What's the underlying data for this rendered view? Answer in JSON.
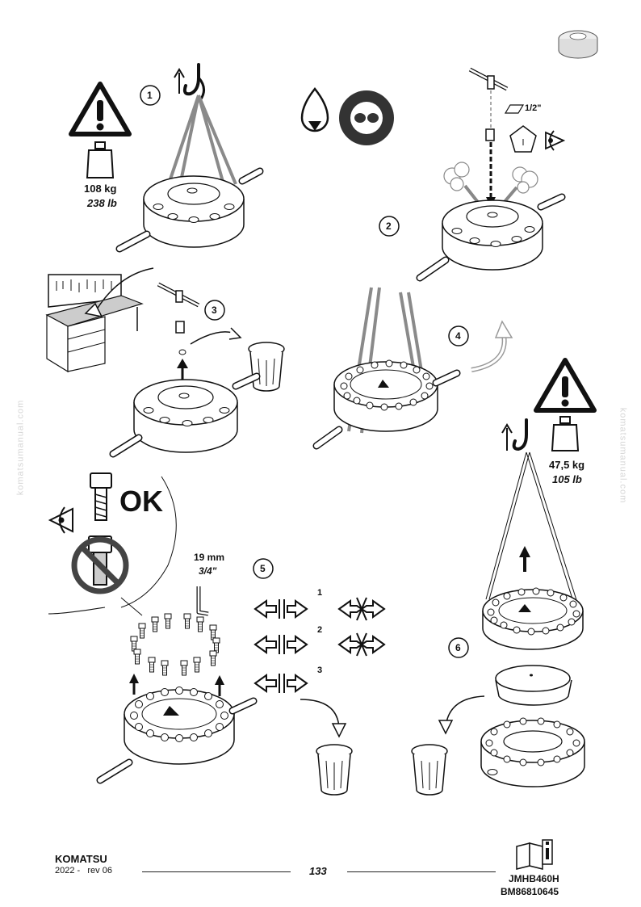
{
  "watermark": "komatsumanual.com",
  "steps": [
    "1",
    "2",
    "3",
    "4",
    "5",
    "6"
  ],
  "weight_1": {
    "kg": "108 kg",
    "lb": "238 lb"
  },
  "weight_2": {
    "kg": "47,5 kg",
    "lb": "105 lb"
  },
  "tool_size_drive": "1/2\"",
  "tool_size_key": {
    "mm": "19 mm",
    "in": "3/4\""
  },
  "ok_label": "OK",
  "sequence_numbers": [
    "1",
    "2",
    "3"
  ],
  "footer": {
    "brand": "KOMATSU",
    "revision": "2022 -   rev 06",
    "page_number": "133",
    "doc_code_1": "JMHB460H",
    "doc_code_2": "BM86810645"
  },
  "colors": {
    "ink": "#111111",
    "sling": "#8a8a8a",
    "watermark": "#d6d6d6"
  }
}
